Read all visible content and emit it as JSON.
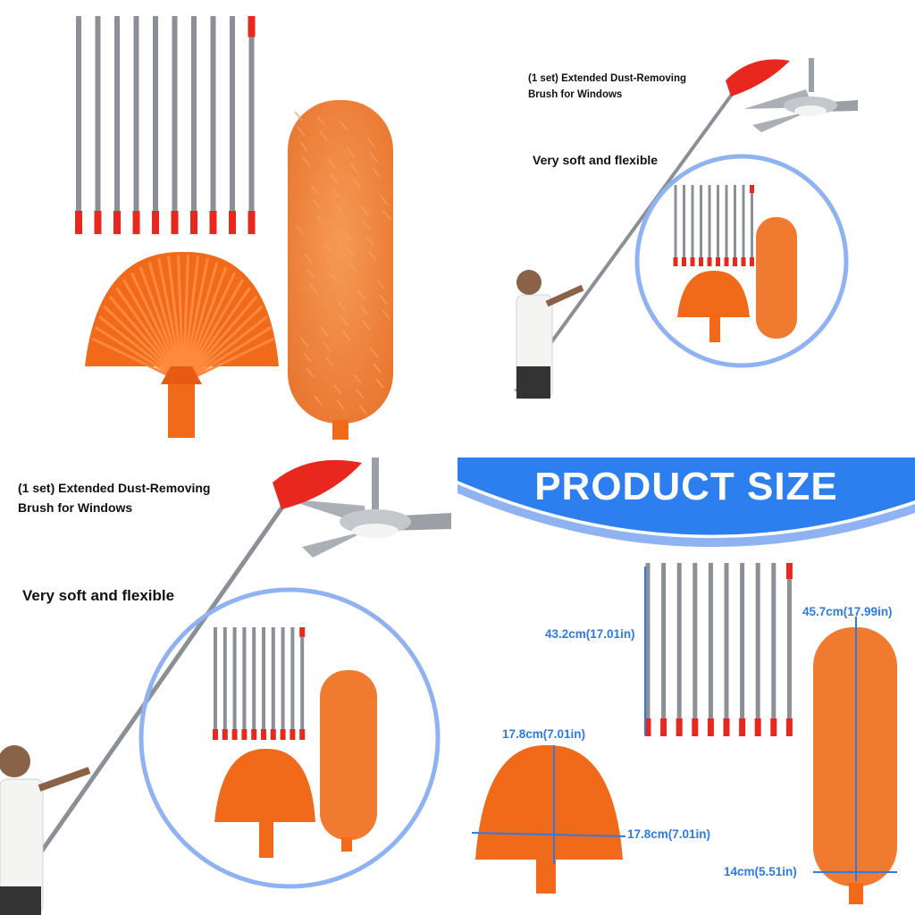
{
  "panels": {
    "top_right": {
      "caption_line1": "(1 set) Extended Dust-Removing",
      "caption_line2": "Brush for Windows",
      "caption_soft": "Very soft and flexible"
    },
    "bottom_left": {
      "caption_line1": "(1 set) Extended Dust-Removing",
      "caption_line2": "Brush for Windows",
      "caption_soft": "Very soft and flexible"
    },
    "bottom_right": {
      "banner_title": "PRODUCT SIZE",
      "dimensions": {
        "pole_length": "43.2cm(17.01in)",
        "duster_length": "45.7cm(17.99in)",
        "spider_head_height": "17.8cm(7.01in)",
        "spider_head_width": "17.8cm(7.01in)",
        "duster_width": "14cm(5.51in)"
      }
    }
  },
  "colors": {
    "orange": "#f06a1a",
    "orange_dark": "#d9540e",
    "red_cap": "#e8281e",
    "pole": "#8b8f96",
    "banner_blue": "#2d7ff0",
    "circle_blue": "#8fb2f2",
    "dimension_blue": "#2c7be5"
  }
}
